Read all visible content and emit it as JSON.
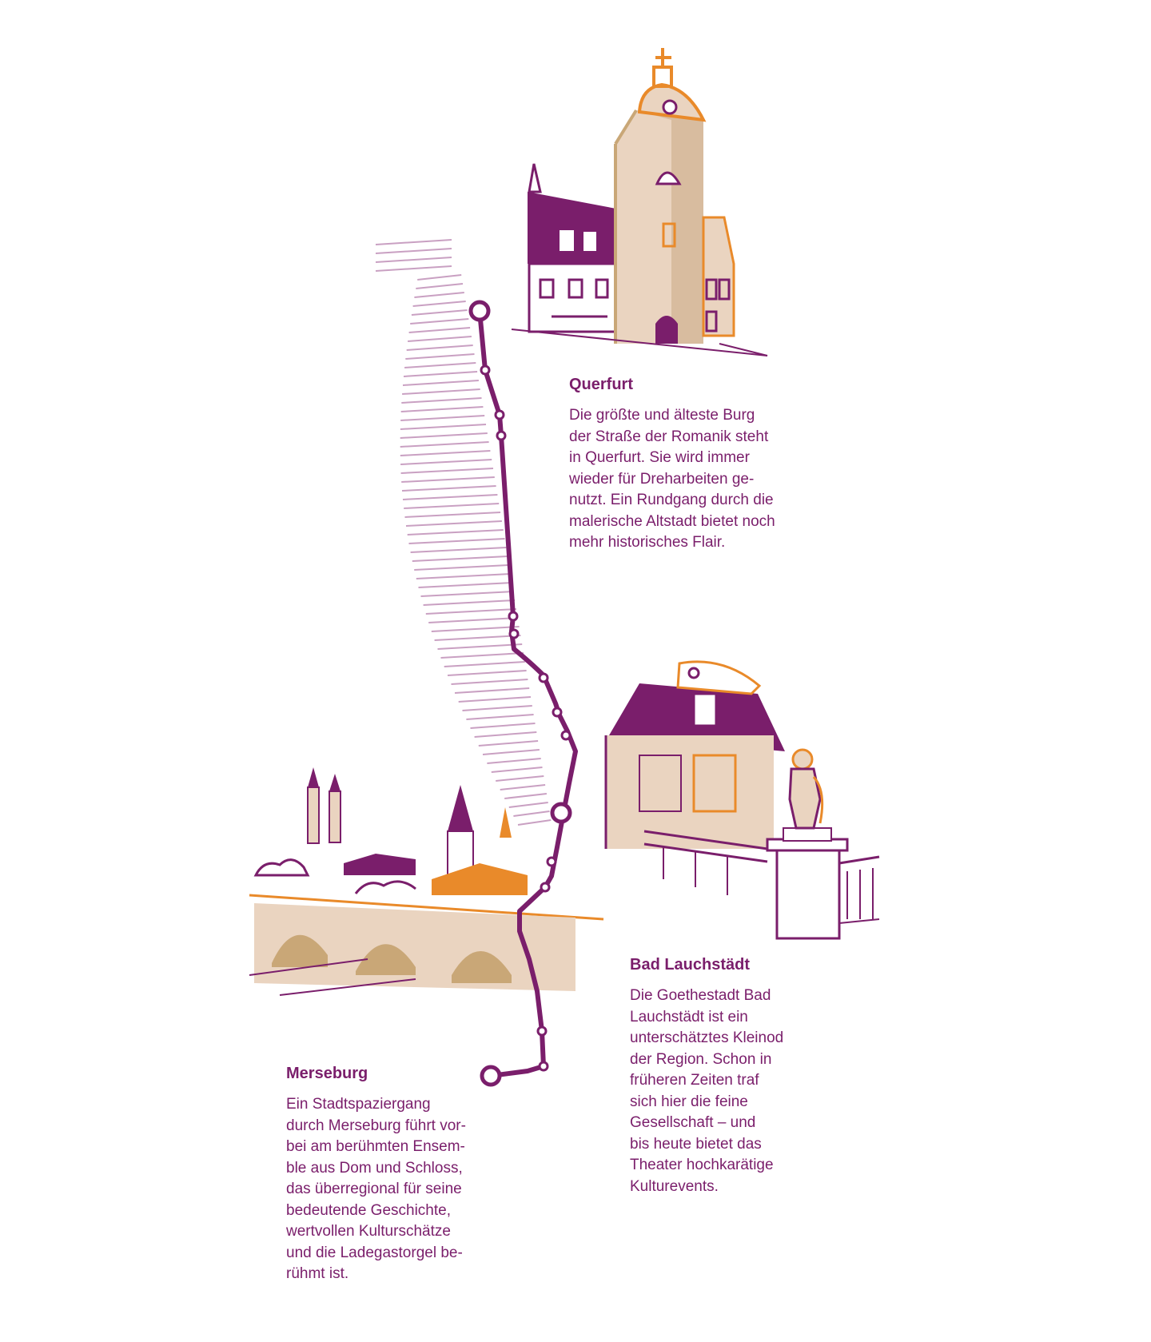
{
  "palette": {
    "purple": "#7a1e6b",
    "orange": "#e98a2a",
    "sand": "#ead4c0",
    "sand_dark": "#c9a777",
    "hatch": "#c9a0c2"
  },
  "stops": [
    {
      "name": "Querfurt",
      "text": "Die größte und älteste Burg\nder Straße der Romanik steht\nin Querfurt. Sie wird immer\nwieder für Dreharbeiten ge-\nnutzt. Ein Rundgang durch die\nmalerische Altstadt bietet noch\nmehr historisches Flair.",
      "illustration_icon": "castle-tower-icon"
    },
    {
      "name": "Bad Lauchstädt",
      "text": "Die Goethestadt Bad\nLauchstädt ist ein\nunterschätztes Kleinod\nder Region. Schon in\nfrüheren Zeiten traf\nsich hier die feine\nGesellschaft – und\nbis heute bietet das\nTheater hochkarätige\nKulturevents.",
      "illustration_icon": "theater-statue-icon"
    },
    {
      "name": "Merseburg",
      "text": "Ein Stadtspaziergang\ndurch Merseburg führt vor-\nbei am berühmten Ensem-\nble aus Dom und Schloss,\ndas überregional für seine\nbedeutende Geschichte,\nwertvollen Kulturschätze\nund die Ladegastorgel be-\nrühmt ist.",
      "illustration_icon": "cathedral-bridge-icon"
    }
  ]
}
